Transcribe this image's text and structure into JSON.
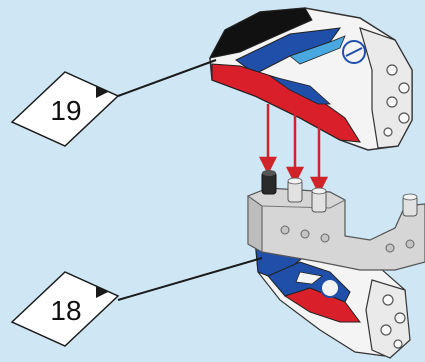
{
  "instruction": {
    "background_color": "#cfe6f5",
    "callouts": [
      {
        "number": "19",
        "icon": "diamond-callout-tag"
      },
      {
        "number": "18",
        "icon": "diamond-callout-tag"
      }
    ],
    "part_colors": {
      "body": "#f4f4f4",
      "black": "#111111",
      "blue": "#1f4fa8",
      "light_blue": "#4aa8e0",
      "red": "#d91f2a",
      "frame": "#d6d6d6",
      "arrow": "#d0232a"
    },
    "arrow_count": 3
  }
}
